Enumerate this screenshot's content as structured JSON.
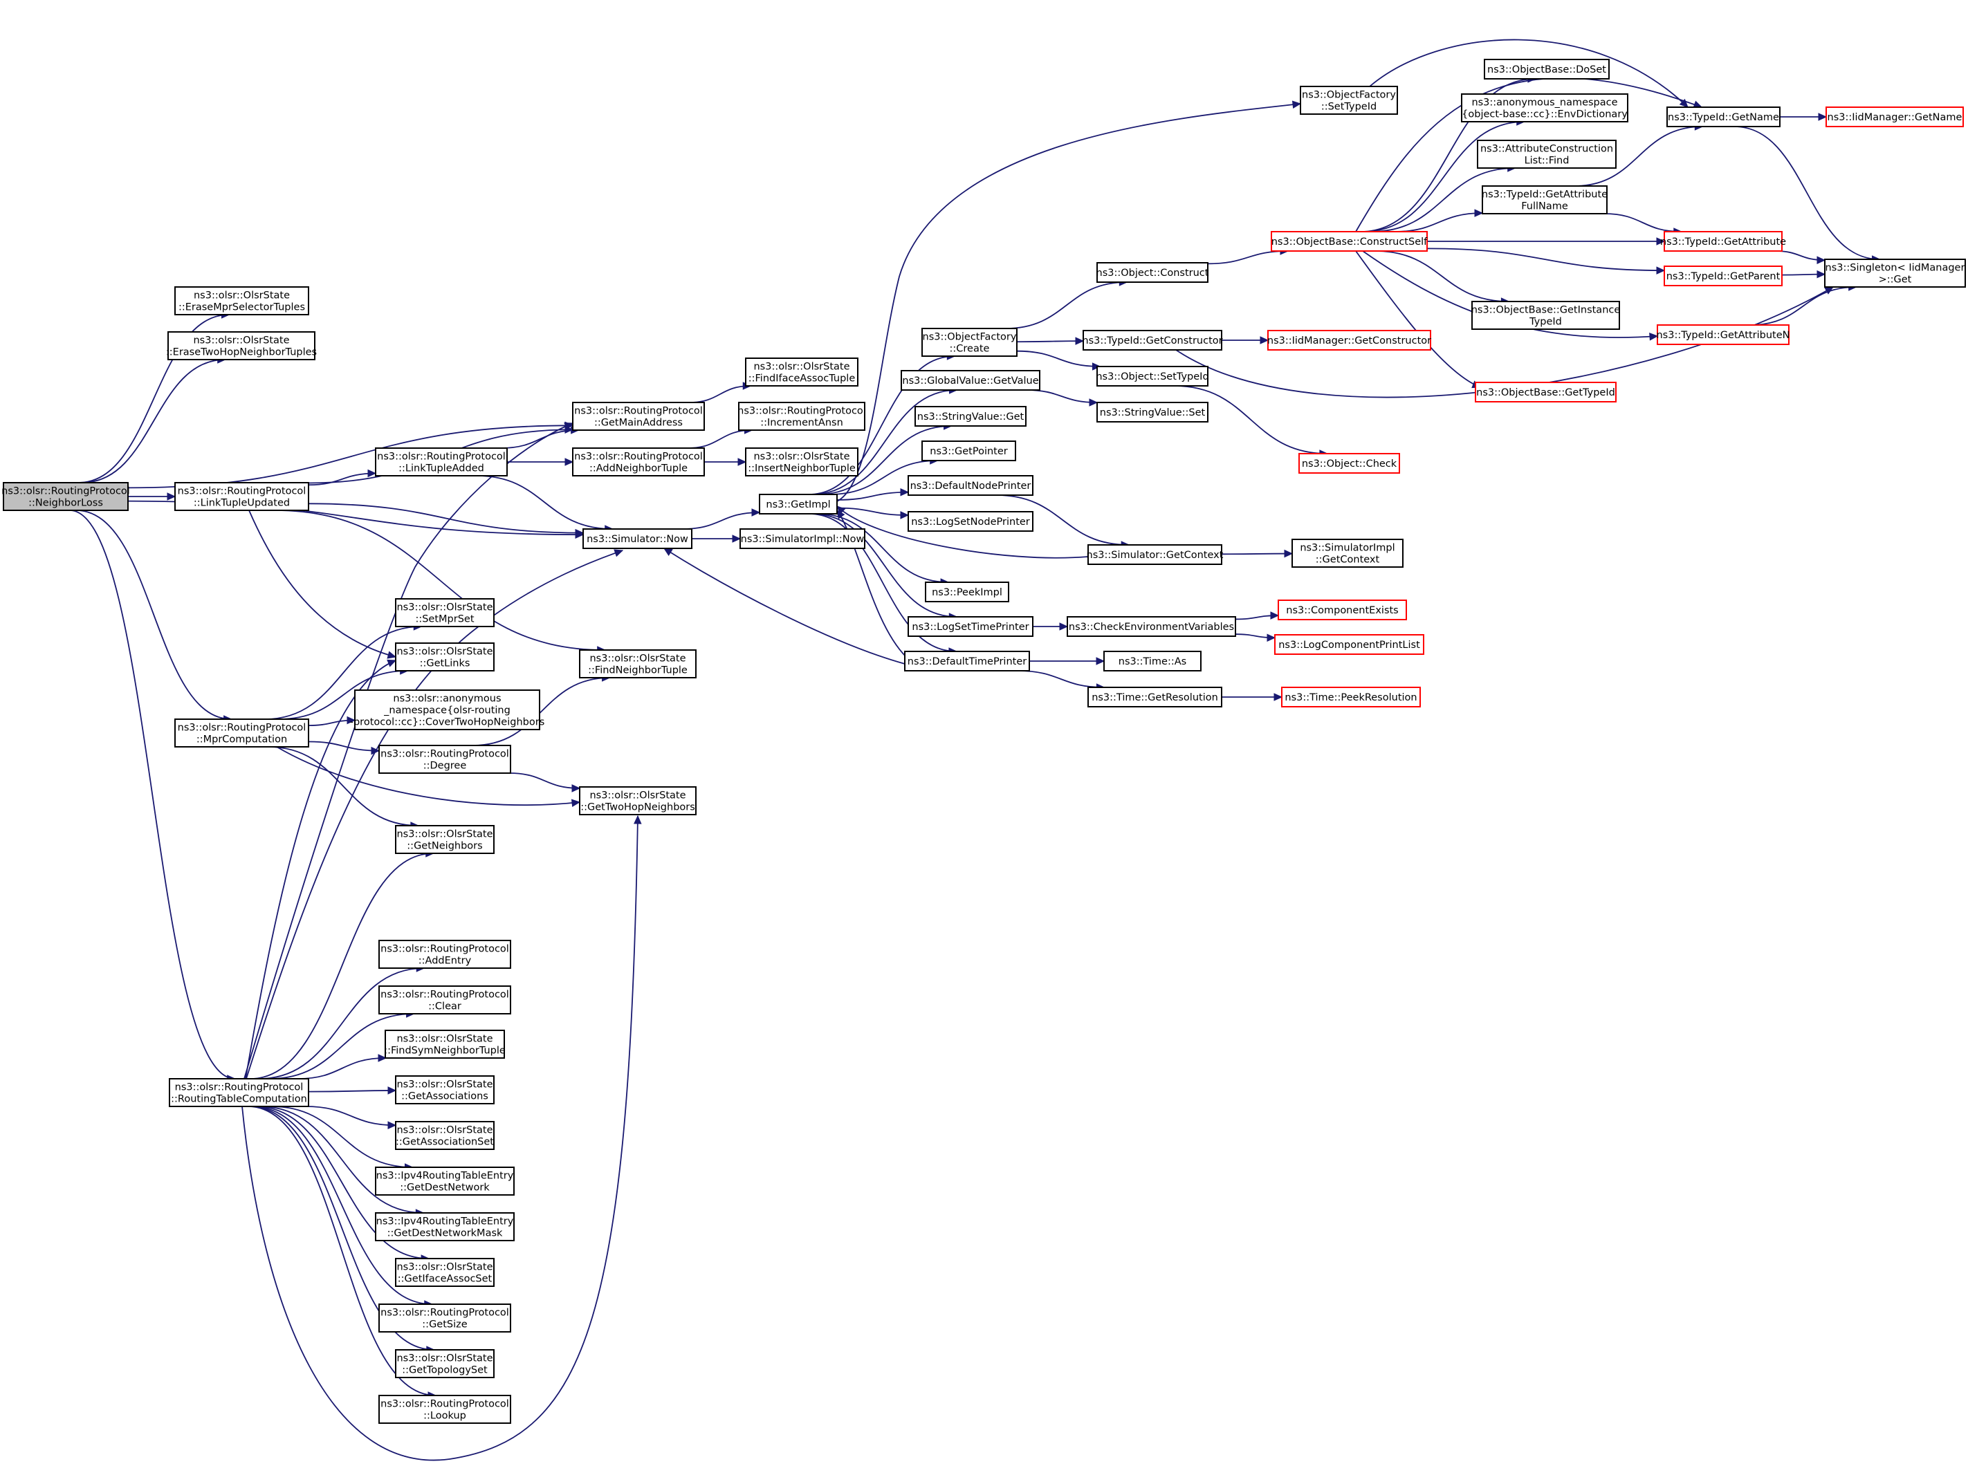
{
  "diagram": {
    "title": "",
    "nodes": [
      {
        "id": "NL",
        "lines": [
          "ns3::olsr::RoutingProtocol",
          "::NeighborLoss"
        ],
        "style": "root",
        "interactable": false
      },
      {
        "id": "EMST",
        "lines": [
          "ns3::olsr::OlsrState",
          "::EraseMprSelectorTuples"
        ]
      },
      {
        "id": "ETHN",
        "lines": [
          "ns3::olsr::OlsrState",
          "::EraseTwoHopNeighborTuples"
        ]
      },
      {
        "id": "LTU",
        "lines": [
          "ns3::olsr::RoutingProtocol",
          "::LinkTupleUpdated"
        ]
      },
      {
        "id": "MC",
        "lines": [
          "ns3::olsr::RoutingProtocol",
          "::MprComputation"
        ]
      },
      {
        "id": "RTC",
        "lines": [
          "ns3::olsr::RoutingProtocol",
          "::RoutingTableComputation"
        ]
      },
      {
        "id": "LTA",
        "lines": [
          "ns3::olsr::RoutingProtocol",
          "::LinkTupleAdded"
        ]
      },
      {
        "id": "GMA",
        "lines": [
          "ns3::olsr::RoutingProtocol",
          "::GetMainAddress"
        ]
      },
      {
        "id": "ANT",
        "lines": [
          "ns3::olsr::RoutingProtocol",
          "::AddNeighborTuple"
        ]
      },
      {
        "id": "SN",
        "lines": [
          "ns3::Simulator::Now"
        ]
      },
      {
        "id": "SMS",
        "lines": [
          "ns3::olsr::OlsrState",
          "::SetMprSet"
        ]
      },
      {
        "id": "GL",
        "lines": [
          "ns3::olsr::OlsrState",
          "::GetLinks"
        ]
      },
      {
        "id": "CTHN",
        "lines": [
          "ns3::olsr::anonymous",
          "_namespace{olsr-routing",
          "-protocol::cc}::CoverTwoHopNeighbors"
        ]
      },
      {
        "id": "DEG",
        "lines": [
          "ns3::olsr::RoutingProtocol",
          "::Degree"
        ]
      },
      {
        "id": "GN",
        "lines": [
          "ns3::olsr::OlsrState",
          "::GetNeighbors"
        ]
      },
      {
        "id": "AE",
        "lines": [
          "ns3::olsr::RoutingProtocol",
          "::AddEntry"
        ]
      },
      {
        "id": "CLR",
        "lines": [
          "ns3::olsr::RoutingProtocol",
          "::Clear"
        ]
      },
      {
        "id": "FSNT",
        "lines": [
          "ns3::olsr::OlsrState",
          "::FindSymNeighborTuple"
        ]
      },
      {
        "id": "GAS",
        "lines": [
          "ns3::olsr::OlsrState",
          "::GetAssociations"
        ]
      },
      {
        "id": "GASET",
        "lines": [
          "ns3::olsr::OlsrState",
          "::GetAssociationSet"
        ]
      },
      {
        "id": "GDN",
        "lines": [
          "ns3::Ipv4RoutingTableEntry",
          "::GetDestNetwork"
        ]
      },
      {
        "id": "GDNM",
        "lines": [
          "ns3::Ipv4RoutingTableEntry",
          "::GetDestNetworkMask"
        ]
      },
      {
        "id": "GIAS",
        "lines": [
          "ns3::olsr::OlsrState",
          "::GetIfaceAssocSet"
        ]
      },
      {
        "id": "GSZ",
        "lines": [
          "ns3::olsr::RoutingProtocol",
          "::GetSize"
        ]
      },
      {
        "id": "GTS",
        "lines": [
          "ns3::olsr::OlsrState",
          "::GetTopologySet"
        ]
      },
      {
        "id": "LKP",
        "lines": [
          "ns3::olsr::RoutingProtocol",
          "::Lookup"
        ]
      },
      {
        "id": "FIAT",
        "lines": [
          "ns3::olsr::OlsrState",
          "::FindIfaceAssocTuple"
        ]
      },
      {
        "id": "IA",
        "lines": [
          "ns3::olsr::RoutingProtocol",
          "::IncrementAnsn"
        ]
      },
      {
        "id": "INT",
        "lines": [
          "ns3::olsr::OlsrState",
          "::InsertNeighborTuple"
        ]
      },
      {
        "id": "GI",
        "lines": [
          "ns3::GetImpl"
        ]
      },
      {
        "id": "SIN",
        "lines": [
          "ns3::SimulatorImpl::Now"
        ]
      },
      {
        "id": "FNT",
        "lines": [
          "ns3::olsr::OlsrState",
          "::FindNeighborTuple"
        ]
      },
      {
        "id": "GTHN",
        "lines": [
          "ns3::olsr::OlsrState",
          "::GetTwoHopNeighbors"
        ]
      },
      {
        "id": "OFST",
        "lines": [
          "ns3::ObjectFactory",
          "::SetTypeId"
        ]
      },
      {
        "id": "OFC",
        "lines": [
          "ns3::ObjectFactory",
          "::Create"
        ]
      },
      {
        "id": "GVGV",
        "lines": [
          "ns3::GlobalValue::GetValue"
        ]
      },
      {
        "id": "SVG",
        "lines": [
          "ns3::StringValue::Get"
        ]
      },
      {
        "id": "GP",
        "lines": [
          "ns3::GetPointer"
        ]
      },
      {
        "id": "DNP",
        "lines": [
          "ns3::DefaultNodePrinter"
        ]
      },
      {
        "id": "LSNP",
        "lines": [
          "ns3::LogSetNodePrinter"
        ]
      },
      {
        "id": "PI",
        "lines": [
          "ns3::PeekImpl"
        ]
      },
      {
        "id": "LSTP",
        "lines": [
          "ns3::LogSetTimePrinter"
        ]
      },
      {
        "id": "DTP",
        "lines": [
          "ns3::DefaultTimePrinter"
        ]
      },
      {
        "id": "OC",
        "lines": [
          "ns3::Object::Construct"
        ]
      },
      {
        "id": "TGC",
        "lines": [
          "ns3::TypeId::GetConstructor"
        ]
      },
      {
        "id": "OSTI",
        "lines": [
          "ns3::Object::SetTypeId"
        ]
      },
      {
        "id": "SVS",
        "lines": [
          "ns3::StringValue::Set"
        ]
      },
      {
        "id": "SGC",
        "lines": [
          "ns3::Simulator::GetContext"
        ]
      },
      {
        "id": "CEV",
        "lines": [
          "ns3::CheckEnvironmentVariables"
        ]
      },
      {
        "id": "TAS",
        "lines": [
          "ns3::Time::As"
        ]
      },
      {
        "id": "TGR",
        "lines": [
          "ns3::Time::GetResolution"
        ]
      },
      {
        "id": "OBCS",
        "lines": [
          "ns3::ObjectBase::ConstructSelf"
        ],
        "style": "trunc"
      },
      {
        "id": "IMGC",
        "lines": [
          "ns3::IidManager::GetConstructor"
        ],
        "style": "trunc"
      },
      {
        "id": "OCH",
        "lines": [
          "ns3::Object::Check"
        ],
        "style": "trunc"
      },
      {
        "id": "SIGC",
        "lines": [
          "ns3::SimulatorImpl",
          "::GetContext"
        ]
      },
      {
        "id": "CE",
        "lines": [
          "ns3::ComponentExists"
        ],
        "style": "trunc"
      },
      {
        "id": "LCPL",
        "lines": [
          "ns3::LogComponentPrintList"
        ],
        "style": "trunc"
      },
      {
        "id": "TPR",
        "lines": [
          "ns3::Time::PeekResolution"
        ],
        "style": "trunc"
      },
      {
        "id": "OBDS",
        "lines": [
          "ns3::ObjectBase::DoSet"
        ]
      },
      {
        "id": "ANED",
        "lines": [
          "ns3::anonymous_namespace",
          "{object-base::cc}::EnvDictionary"
        ]
      },
      {
        "id": "ACLF",
        "lines": [
          "ns3::AttributeConstruction",
          "List::Find"
        ]
      },
      {
        "id": "TGAFN",
        "lines": [
          "ns3::TypeId::GetAttribute",
          "FullName"
        ]
      },
      {
        "id": "OBGIT",
        "lines": [
          "ns3::ObjectBase::GetInstance",
          "TypeId"
        ]
      },
      {
        "id": "OBGTI",
        "lines": [
          "ns3::ObjectBase::GetTypeId"
        ],
        "style": "trunc"
      },
      {
        "id": "TGN",
        "lines": [
          "ns3::TypeId::GetName"
        ]
      },
      {
        "id": "TGA",
        "lines": [
          "ns3::TypeId::GetAttribute"
        ],
        "style": "trunc"
      },
      {
        "id": "TGPAR",
        "lines": [
          "ns3::TypeId::GetParent"
        ],
        "style": "trunc"
      },
      {
        "id": "TGAN",
        "lines": [
          "ns3::TypeId::GetAttributeN"
        ],
        "style": "trunc"
      },
      {
        "id": "IMGN",
        "lines": [
          "ns3::IidManager::GetName"
        ],
        "style": "trunc"
      },
      {
        "id": "SIMG",
        "lines": [
          "ns3::Singleton< IidManager",
          " >::Get"
        ]
      }
    ],
    "edges": [
      [
        "NL",
        "EMST"
      ],
      [
        "NL",
        "ETHN"
      ],
      [
        "NL",
        "GMA"
      ],
      [
        "NL",
        "LTU"
      ],
      [
        "NL",
        "SN"
      ],
      [
        "NL",
        "MC"
      ],
      [
        "NL",
        "RTC"
      ],
      [
        "LTU",
        "GMA"
      ],
      [
        "LTU",
        "LTA"
      ],
      [
        "LTU",
        "SN"
      ],
      [
        "LTU",
        "GL"
      ],
      [
        "LTU",
        "FNT"
      ],
      [
        "LTA",
        "GMA"
      ],
      [
        "LTA",
        "ANT"
      ],
      [
        "LTA",
        "SN"
      ],
      [
        "GMA",
        "FIAT"
      ],
      [
        "ANT",
        "IA"
      ],
      [
        "ANT",
        "INT"
      ],
      [
        "SN",
        "GI"
      ],
      [
        "SN",
        "SIN"
      ],
      [
        "MC",
        "SMS"
      ],
      [
        "MC",
        "GL"
      ],
      [
        "MC",
        "CTHN"
      ],
      [
        "MC",
        "DEG"
      ],
      [
        "MC",
        "GTHN"
      ],
      [
        "MC",
        "GN"
      ],
      [
        "DEG",
        "FNT"
      ],
      [
        "DEG",
        "GTHN"
      ],
      [
        "RTC",
        "GL"
      ],
      [
        "RTC",
        "GN"
      ],
      [
        "RTC",
        "GMA"
      ],
      [
        "RTC",
        "SN"
      ],
      [
        "RTC",
        "AE"
      ],
      [
        "RTC",
        "CLR"
      ],
      [
        "RTC",
        "FSNT"
      ],
      [
        "RTC",
        "GAS"
      ],
      [
        "RTC",
        "GASET"
      ],
      [
        "RTC",
        "GDN"
      ],
      [
        "RTC",
        "GDNM"
      ],
      [
        "RTC",
        "GIAS"
      ],
      [
        "RTC",
        "GSZ"
      ],
      [
        "RTC",
        "GTS"
      ],
      [
        "RTC",
        "LKP"
      ],
      [
        "RTC",
        "GTHN"
      ],
      [
        "GI",
        "OFST"
      ],
      [
        "GI",
        "OFC"
      ],
      [
        "GI",
        "GVGV"
      ],
      [
        "GI",
        "SVG"
      ],
      [
        "GI",
        "GP"
      ],
      [
        "GI",
        "DNP"
      ],
      [
        "GI",
        "LSNP"
      ],
      [
        "GI",
        "PI"
      ],
      [
        "GI",
        "LSTP"
      ],
      [
        "GI",
        "DTP"
      ],
      [
        "SGC",
        "GI"
      ],
      [
        "DTP",
        "GI"
      ],
      [
        "DTP",
        "SN"
      ],
      [
        "OFST",
        "TGN"
      ],
      [
        "OFC",
        "OC"
      ],
      [
        "OFC",
        "TGC"
      ],
      [
        "OFC",
        "OSTI"
      ],
      [
        "GVGV",
        "SVS"
      ],
      [
        "DNP",
        "SGC"
      ],
      [
        "LSTP",
        "CEV"
      ],
      [
        "DTP",
        "TAS"
      ],
      [
        "DTP",
        "TGR"
      ],
      [
        "OC",
        "OBCS"
      ],
      [
        "TGC",
        "IMGC"
      ],
      [
        "TGC",
        "SIMG"
      ],
      [
        "OSTI",
        "OCH"
      ],
      [
        "SGC",
        "SIGC"
      ],
      [
        "CEV",
        "CE"
      ],
      [
        "CEV",
        "LCPL"
      ],
      [
        "TGR",
        "TPR"
      ],
      [
        "OBCS",
        "TGN"
      ],
      [
        "OBCS",
        "OBDS"
      ],
      [
        "OBCS",
        "ANED"
      ],
      [
        "OBCS",
        "ACLF"
      ],
      [
        "OBCS",
        "TGAFN"
      ],
      [
        "OBCS",
        "TGA"
      ],
      [
        "OBCS",
        "TGPAR"
      ],
      [
        "OBCS",
        "OBGIT"
      ],
      [
        "OBCS",
        "TGAN"
      ],
      [
        "OBCS",
        "OBGTI"
      ],
      [
        "TGAFN",
        "TGN"
      ],
      [
        "TGAFN",
        "TGA"
      ],
      [
        "TGN",
        "IMGN"
      ],
      [
        "TGN",
        "SIMG"
      ],
      [
        "TGA",
        "SIMG"
      ],
      [
        "TGPAR",
        "SIMG"
      ],
      [
        "TGAN",
        "SIMG"
      ]
    ]
  }
}
